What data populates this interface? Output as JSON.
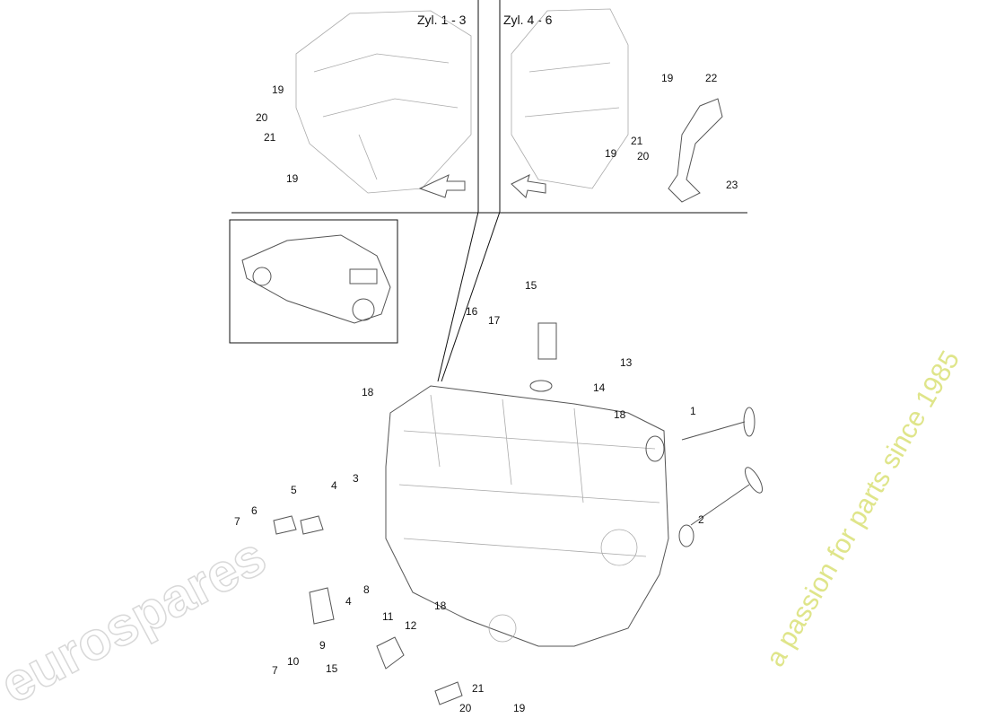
{
  "header": {
    "cyl_left": "Zyl. 1 - 3",
    "cyl_right": "Zyl. 4 - 6"
  },
  "watermark": {
    "brand": "eurospares",
    "tagline": "a passion for parts since 1985"
  },
  "callouts": [
    "19",
    "20",
    "21",
    "19",
    "19",
    "22",
    "21",
    "20",
    "19",
    "23",
    "15",
    "16",
    "17",
    "13",
    "14",
    "18",
    "18",
    "1",
    "2",
    "3",
    "4",
    "5",
    "6",
    "7",
    "8",
    "4",
    "9",
    "10",
    "7",
    "11",
    "12",
    "15",
    "18",
    "20",
    "21",
    "19"
  ]
}
